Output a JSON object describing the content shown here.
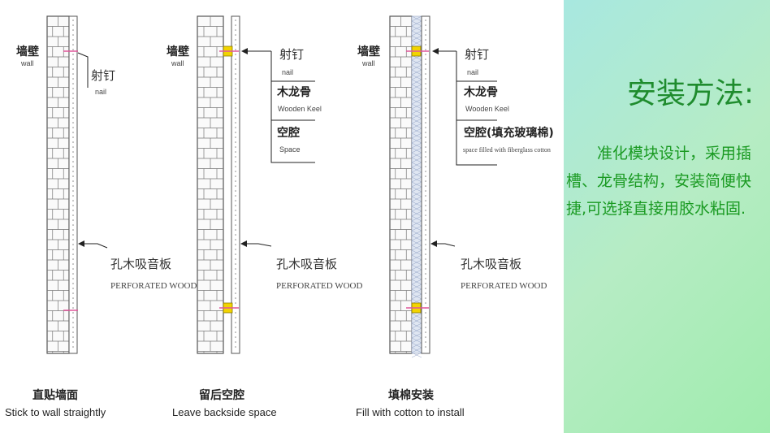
{
  "panels": [
    {
      "wall_cn": "墙壁",
      "wall_en": "wall",
      "nail_cn": "射钉",
      "nail_en": "nail",
      "board_cn": "孔木吸音板",
      "board_en": "PERFORATED WOOD",
      "caption_cn": "直贴墙面",
      "caption_en": "Stick to wall straightly"
    },
    {
      "wall_cn": "墙壁",
      "wall_en": "wall",
      "nail_cn": "射钉",
      "nail_en": "nail",
      "keel_cn": "木龙骨",
      "keel_en": "Wooden Keel",
      "space_cn": "空腔",
      "space_en": "Space",
      "board_cn": "孔木吸音板",
      "board_en": "PERFORATED WOOD",
      "caption_cn": "留后空腔",
      "caption_en": "Leave backside space"
    },
    {
      "wall_cn": "墙壁",
      "wall_en": "wall",
      "nail_cn": "射钉",
      "nail_en": "nail",
      "keel_cn": "木龙骨",
      "keel_en": "Wooden Keel",
      "space_cn": "空腔(填充玻璃棉)",
      "space_en": "space filled with fiberglass cotton",
      "board_cn": "孔木吸音板",
      "board_en": "PERFORATED WOOD",
      "caption_cn": "填棉安装",
      "caption_en": "Fill with cotton to install"
    }
  ],
  "side": {
    "title": "安装方法:",
    "description": "准化模块设计，采用插槽、龙骨结构，安装简便快捷,可选择直接用胶水粘固."
  },
  "colors": {
    "wall_line": "#555555",
    "keel": "#f2d400",
    "nail": "#e0569a",
    "title_green": "#1f8c2e",
    "text_green": "#1a9a22"
  }
}
